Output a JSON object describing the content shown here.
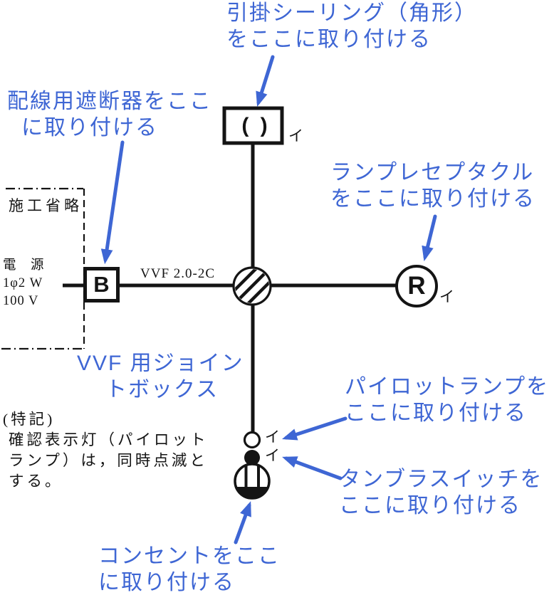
{
  "colors": {
    "annotation_blue": "#3e66d4",
    "diagram_black": "#141414"
  },
  "annotations": {
    "ceiling": {
      "line1": "引掛シーリング（角形）",
      "line2": "をここに取り付ける"
    },
    "breaker": {
      "line1": "配線用遮断器をここ",
      "line2": "に取り付ける"
    },
    "receptacle": {
      "line1": "ランプレセプタクル",
      "line2": "をここに取り付ける"
    },
    "joint_box": {
      "line1": "VVF 用ジョイン",
      "line2": "トボックス"
    },
    "pilot_lamp": {
      "line1": "パイロットランプを",
      "line2": "ここに取り付ける"
    },
    "tumbler_switch": {
      "line1": "タンブラスイッチを",
      "line2": "ここに取り付ける"
    },
    "outlet": {
      "line1": "コンセントをここ",
      "line2": "に取り付ける"
    }
  },
  "diagram": {
    "construction_omitted": "施工省略",
    "power": {
      "line1": "電　源",
      "line2": "1φ2 W",
      "line3": "100 V"
    },
    "cable_label": "VVF 2.0-2C",
    "breaker_letter": "B",
    "receptacle_letter": "R",
    "ceiling_glyph": "( )",
    "branch_mark": "イ"
  },
  "note": {
    "title": "(特記)",
    "line1": "確認表示灯（パイロット",
    "line2": "ランプ）は，同時点滅と",
    "line3": "する。"
  }
}
